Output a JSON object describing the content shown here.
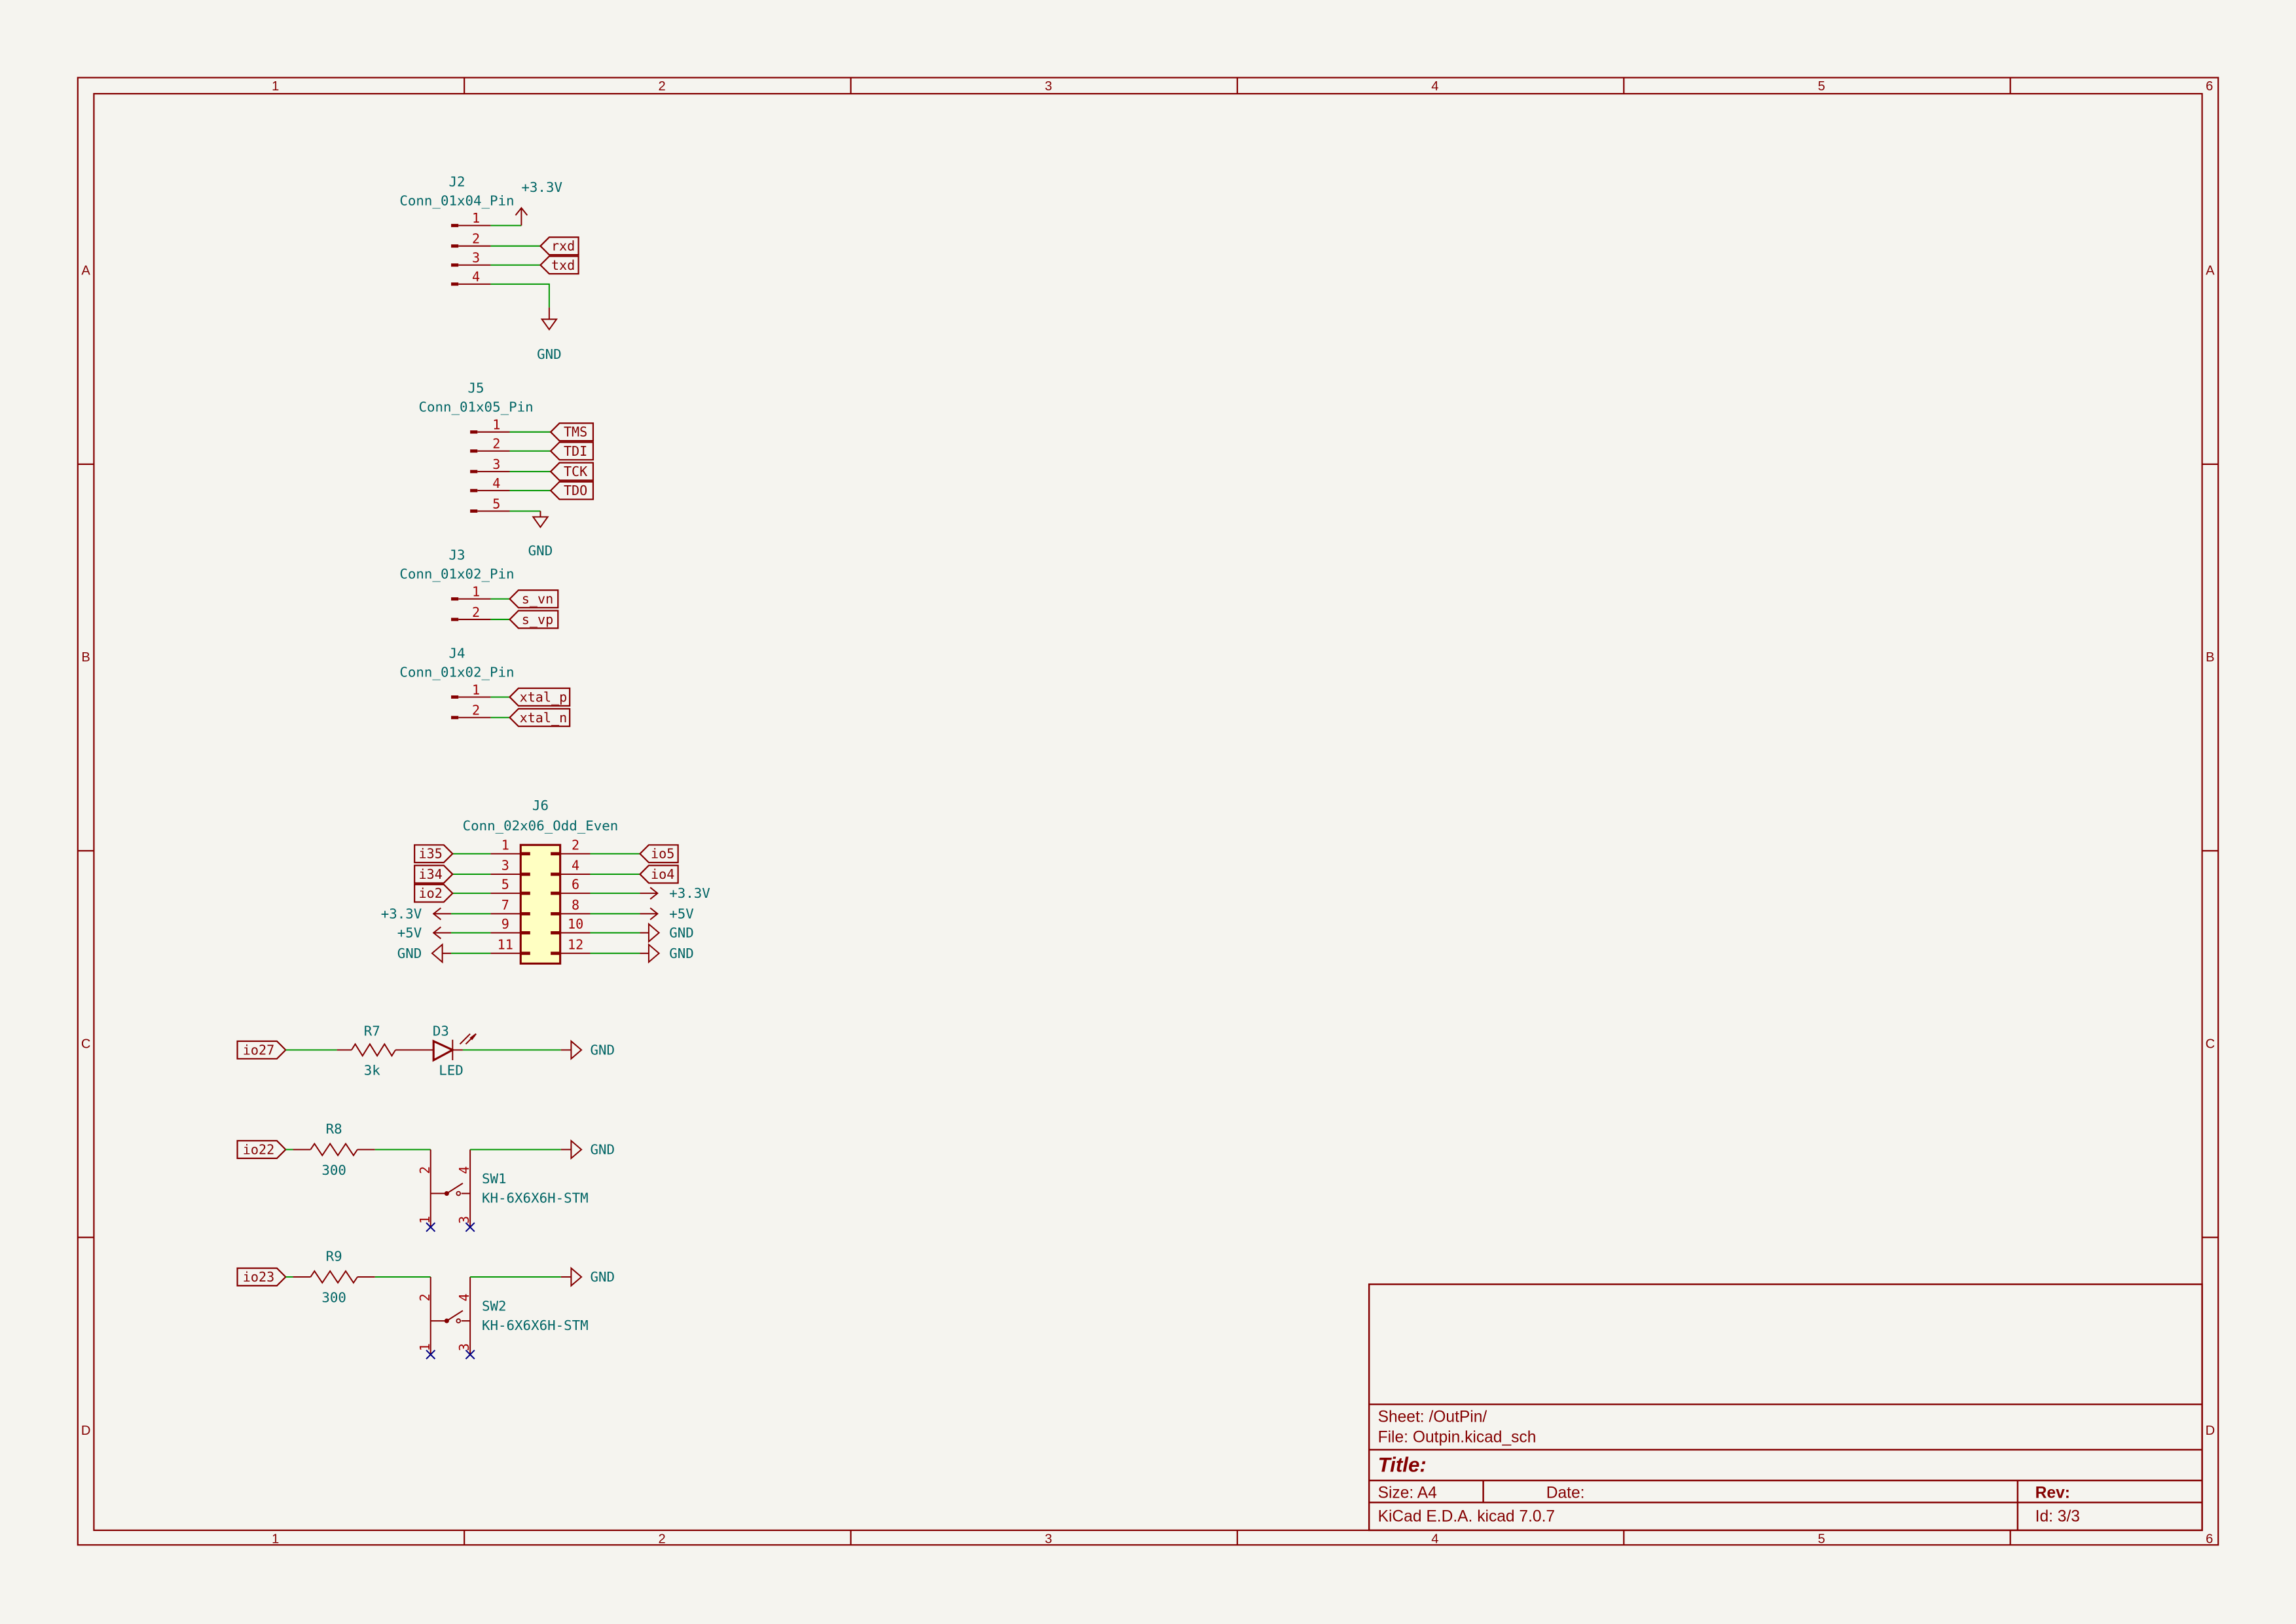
{
  "sheet_frame": {
    "columns": [
      "1",
      "2",
      "3",
      "4",
      "5",
      "6"
    ],
    "rows": [
      "A",
      "B",
      "C",
      "D"
    ]
  },
  "colors": {
    "background": "#f5f4ef",
    "component": "#840000",
    "wire": "#009600",
    "text": "#006464",
    "body_fill": "#ffffc2",
    "no_connect": "#000084"
  },
  "components": {
    "J2": {
      "ref": "J2",
      "value": "Conn_01x04_Pin",
      "pins": [
        "1",
        "2",
        "3",
        "4"
      ],
      "nets": [
        "+3.3V",
        "rxd",
        "txd",
        "GND"
      ]
    },
    "J5": {
      "ref": "J5",
      "value": "Conn_01x05_Pin",
      "pins": [
        "1",
        "2",
        "3",
        "4",
        "5"
      ],
      "nets": [
        "TMS",
        "TDI",
        "TCK",
        "TDO",
        "GND"
      ]
    },
    "J3": {
      "ref": "J3",
      "value": "Conn_01x02_Pin",
      "pins": [
        "1",
        "2"
      ],
      "nets": [
        "s_vn",
        "s_vp"
      ]
    },
    "J4": {
      "ref": "J4",
      "value": "Conn_01x02_Pin",
      "pins": [
        "1",
        "2"
      ],
      "nets": [
        "xtal_p",
        "xtal_n"
      ]
    },
    "J6": {
      "ref": "J6",
      "value": "Conn_02x06_Odd_Even",
      "left_pins": [
        "1",
        "3",
        "5",
        "7",
        "9",
        "11"
      ],
      "left_nets": [
        "i35",
        "i34",
        "io2",
        "+3.3V",
        "+5V",
        "GND"
      ],
      "right_pins": [
        "2",
        "4",
        "6",
        "8",
        "10",
        "12"
      ],
      "right_nets": [
        "io5",
        "io4",
        "+3.3V",
        "+5V",
        "GND",
        "GND"
      ]
    },
    "R7": {
      "ref": "R7",
      "value": "3k"
    },
    "D3": {
      "ref": "D3",
      "value": "LED"
    },
    "R8": {
      "ref": "R8",
      "value": "300"
    },
    "R9": {
      "ref": "R9",
      "value": "300"
    },
    "SW1": {
      "ref": "SW1",
      "value": "KH-6X6X6H-STM",
      "pins": [
        "1",
        "2",
        "3",
        "4"
      ]
    },
    "SW2": {
      "ref": "SW2",
      "value": "KH-6X6X6H-STM",
      "pins": [
        "1",
        "2",
        "3",
        "4"
      ]
    }
  },
  "labels": {
    "led_in": "io27",
    "led_gnd": "GND",
    "sw1_in": "io22",
    "sw1_gnd": "GND",
    "sw2_in": "io23",
    "sw2_gnd": "GND"
  },
  "title_block": {
    "sheet": "Sheet: /OutPin/",
    "file": "File: Outpin.kicad_sch",
    "title": "Title:",
    "size": "Size: A4",
    "date": "Date:",
    "rev": "Rev:",
    "tool": "KiCad E.D.A.  kicad 7.0.7",
    "id": "Id: 3/3"
  }
}
